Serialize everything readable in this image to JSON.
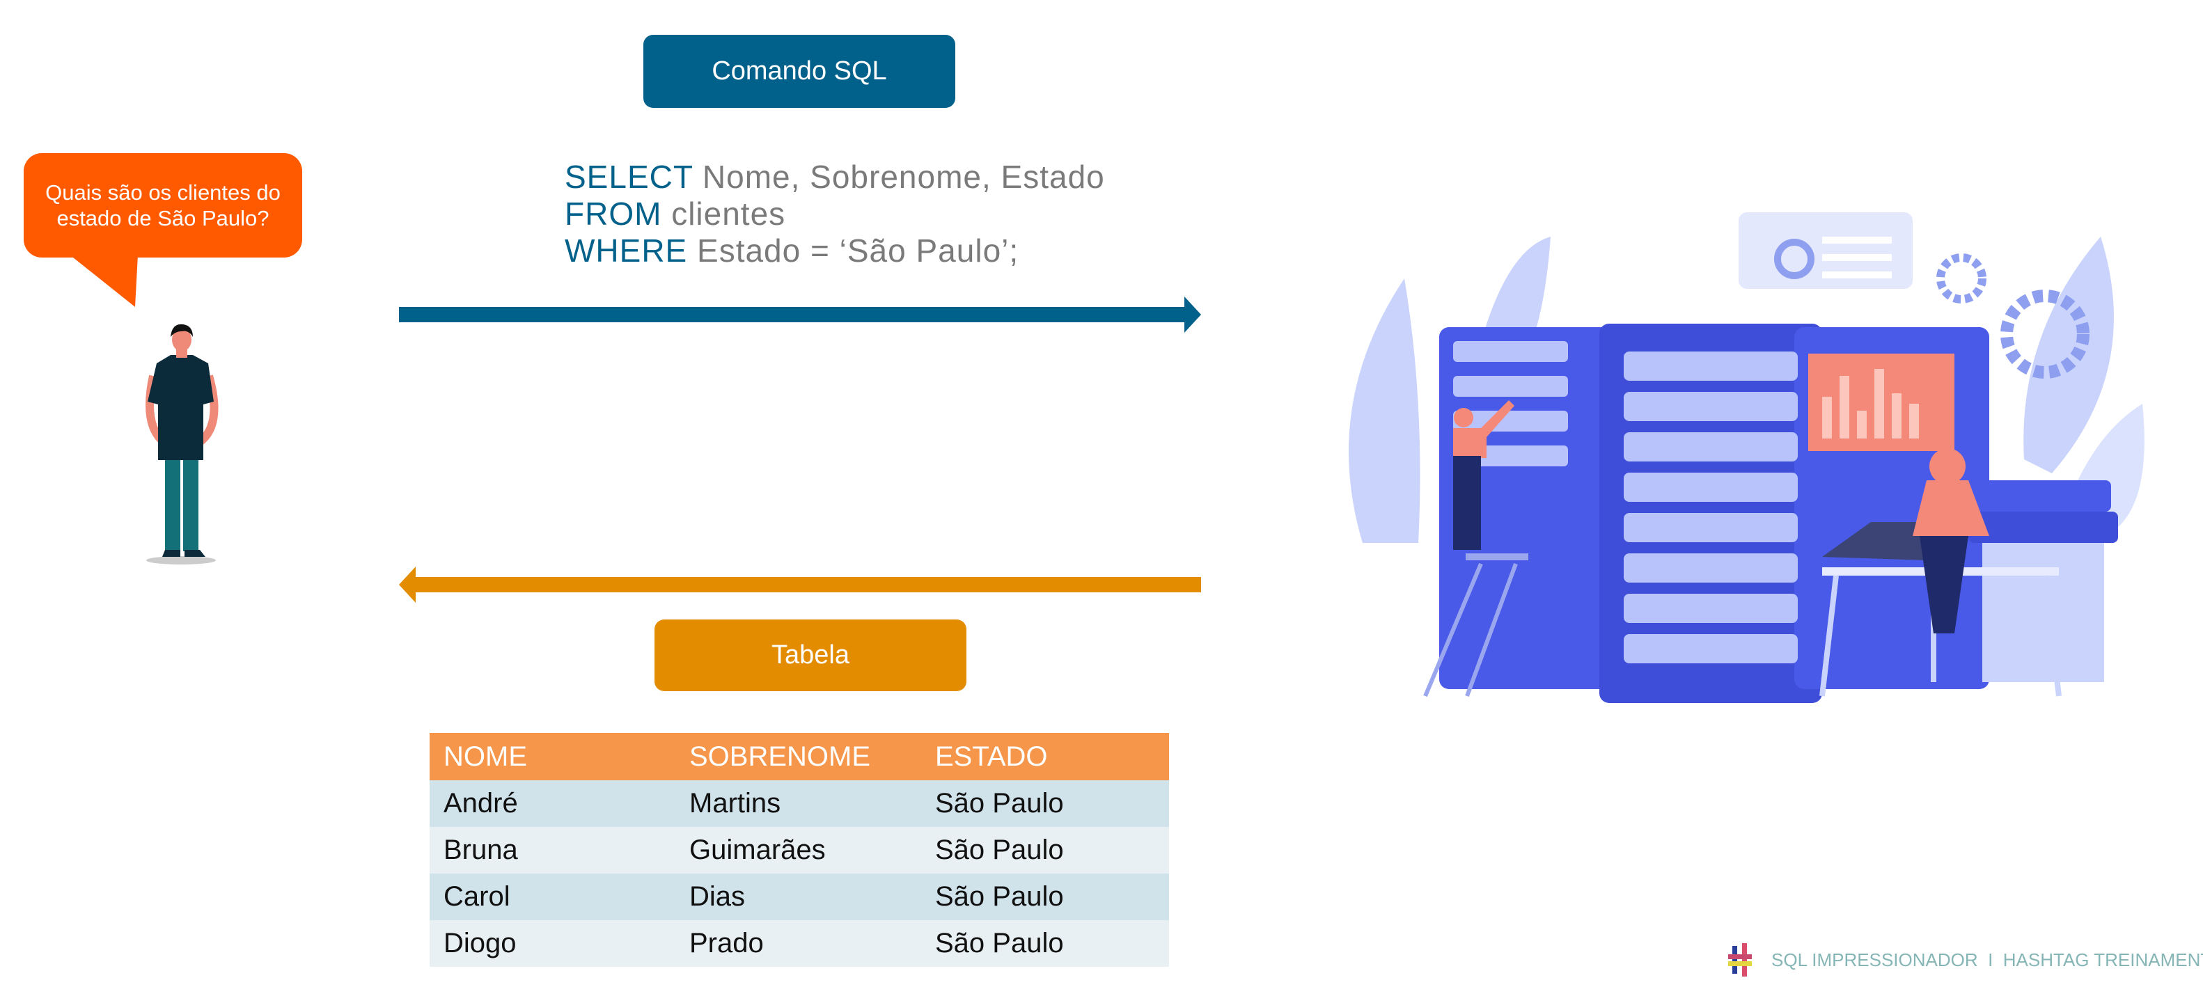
{
  "question_bubble": {
    "text": "Quais são os clientes do estado de São Paulo?"
  },
  "command_label": "Comando SQL",
  "sql": {
    "lines": [
      {
        "keyword": "SELECT",
        "rest": "Nome, Sobrenome, Estado"
      },
      {
        "keyword": "FROM",
        "rest": "clientes"
      },
      {
        "keyword": "WHERE",
        "rest": "Estado = ‘São Paulo’;"
      }
    ]
  },
  "result_label": "Tabela",
  "table": {
    "headers": [
      "NOME",
      "SOBRENOME",
      "ESTADO"
    ],
    "rows": [
      [
        "André",
        "Martins",
        "São Paulo"
      ],
      [
        "Bruna",
        "Guimarães",
        "São Paulo"
      ],
      [
        "Carol",
        "Dias",
        "São Paulo"
      ],
      [
        "Diogo",
        "Prado",
        "São Paulo"
      ]
    ]
  },
  "footer": {
    "text": "SQL IMPRESSIONADOR  I  HASHTAG TREINAMENTOS"
  },
  "colors": {
    "request": "#02618a",
    "response": "#e38c00",
    "bubble": "#ff5a00",
    "table_header": "#f6964a"
  }
}
